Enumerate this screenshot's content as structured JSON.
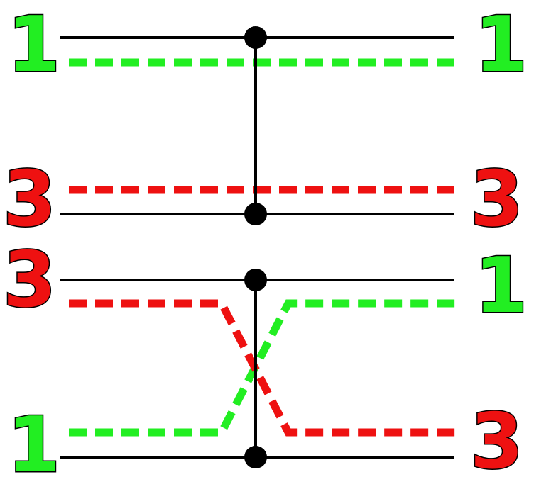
{
  "colors": {
    "green": "#22ee22",
    "red": "#ee1111",
    "wire": "#000000",
    "background": "#ffffff"
  },
  "top_panel": {
    "left_upper_label": "1",
    "right_upper_label": "1",
    "left_lower_label": "3",
    "right_lower_label": "3"
  },
  "bottom_panel": {
    "left_upper_label": "3",
    "right_upper_label": "1",
    "left_lower_label": "1",
    "right_lower_label": "3"
  }
}
